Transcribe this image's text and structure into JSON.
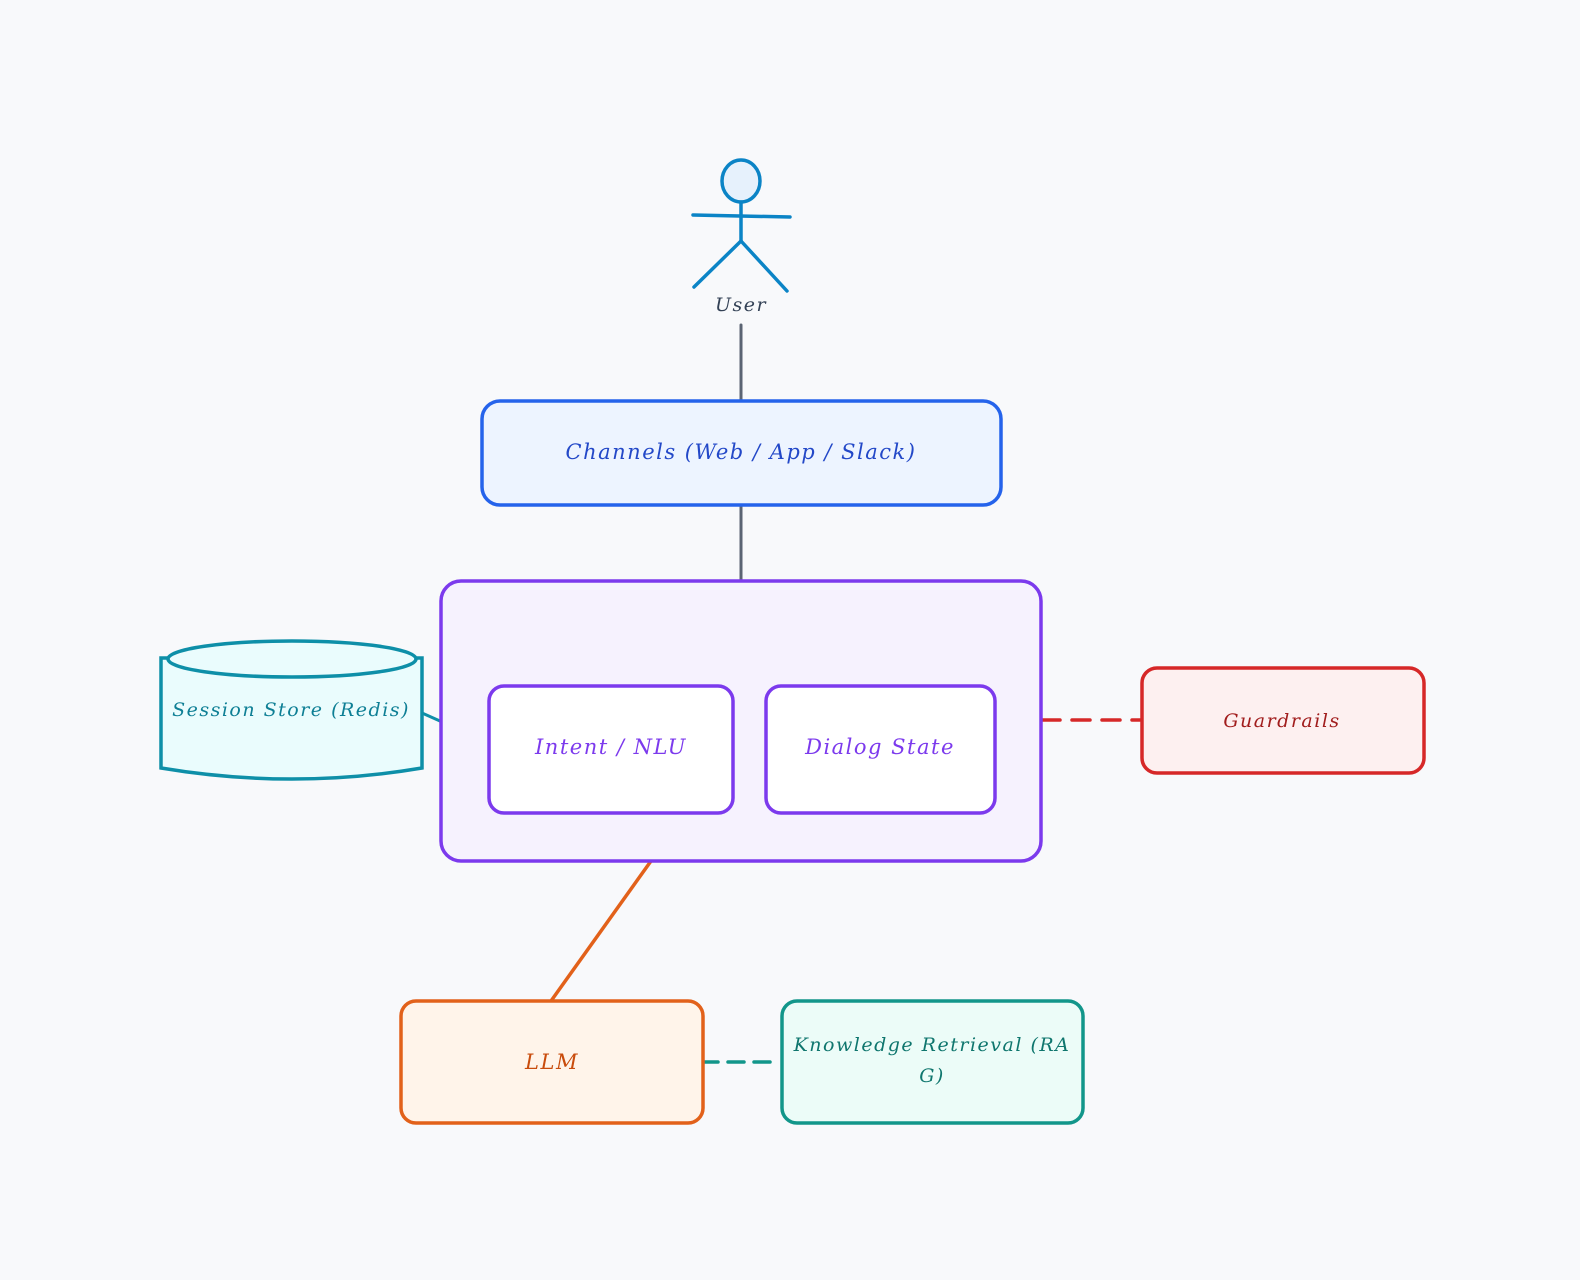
{
  "diagram": {
    "user": {
      "label": "User"
    },
    "channels": {
      "label": "Channels (Web / App / Slack)"
    },
    "orchestrator": {
      "intent": {
        "label": "Intent / NLU"
      },
      "dialog": {
        "label": "Dialog State"
      }
    },
    "session_store": {
      "label": "Session Store (Redis)"
    },
    "guardrails": {
      "label": "Guardrails"
    },
    "llm": {
      "label": "LLM"
    },
    "knowledge": {
      "label_line1": "Knowledge Retrieval (RA",
      "label_line2": "G)"
    }
  },
  "colors": {
    "background": "#f8f9fb",
    "user": "#0b84c6",
    "channels": "#2563eb",
    "orchestrator": "#7c3aed",
    "session_store": "#0e8fa8",
    "guardrails": "#d62828",
    "llm": "#e2611a",
    "knowledge": "#12968a",
    "connector": "#5b6473"
  }
}
